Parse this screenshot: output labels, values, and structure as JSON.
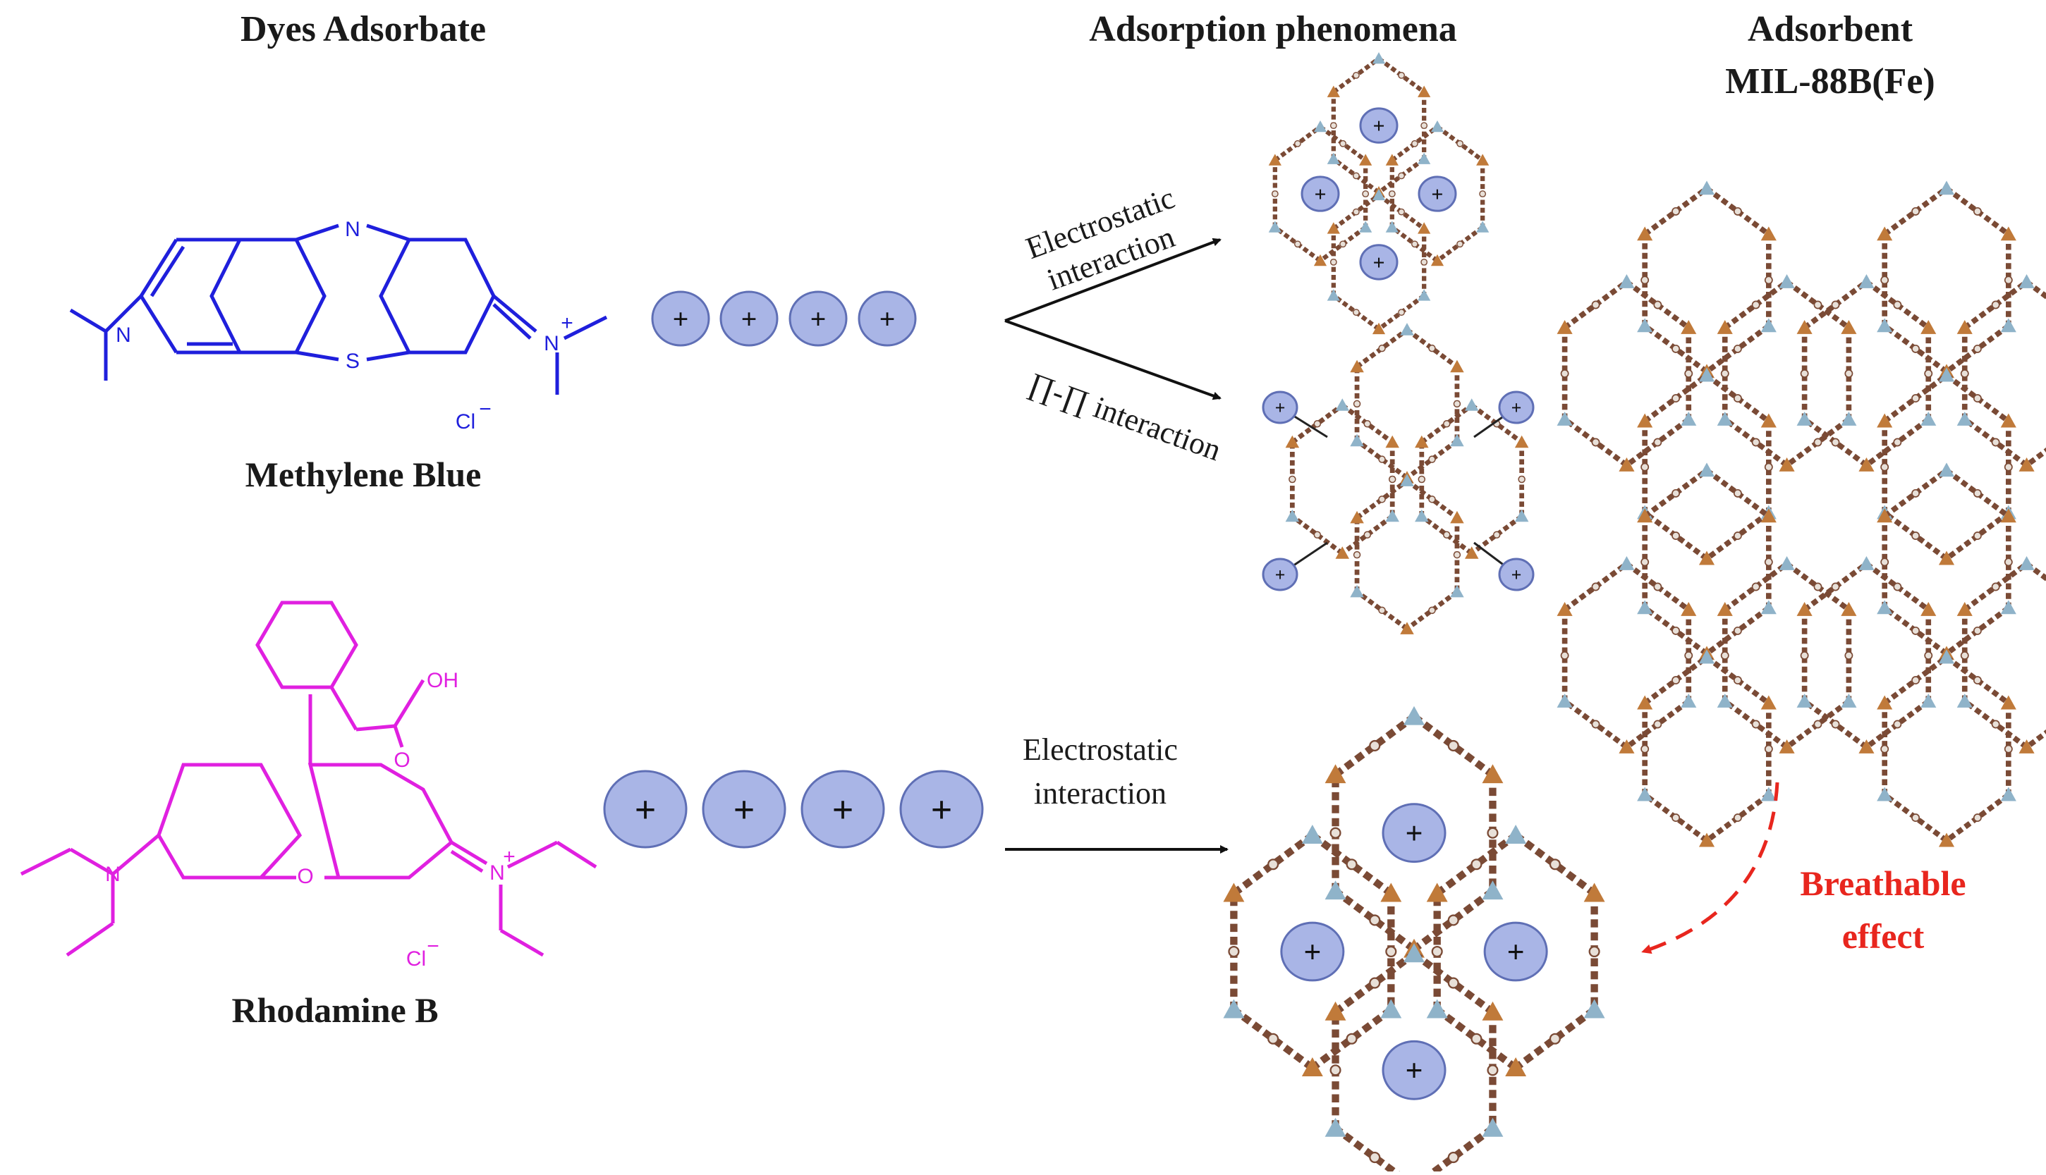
{
  "headers": {
    "adsorbate": "Dyes Adsorbate",
    "phenomena": "Adsorption phenomena",
    "adsorbent_line1": "Adsorbent",
    "adsorbent_line2": "MIL-88B(Fe)"
  },
  "molecules": {
    "mb": {
      "name": "Methylene Blue",
      "color": "#1f1fdc",
      "atoms": {
        "n_top": "N",
        "s": "S",
        "n_left": "N",
        "n_right": "N",
        "plus": "+",
        "counter_ion": "Cl",
        "minus": "−"
      }
    },
    "rb": {
      "name": "Rhodamine B",
      "color": "#e020e0",
      "atoms": {
        "o_ring": "O",
        "oh": "OH",
        "o_carbonyl": "O",
        "n_left": "N",
        "n_right": "N",
        "plus": "+",
        "counter_ion": "Cl",
        "minus": "−"
      }
    }
  },
  "charge_symbol": "+",
  "interactions": {
    "mb_electrostatic_line1": "Electrostatic",
    "mb_electrostatic_line2": "interaction",
    "mb_pipi": "∏-∏ interaction",
    "rb_electrostatic_line1": "Electrostatic",
    "rb_electrostatic_line2": "interaction"
  },
  "breathable": {
    "line1": "Breathable",
    "line2": "effect",
    "color": "#e8261e"
  },
  "colors": {
    "ion_fill": "#a9b5e6",
    "ion_stroke": "#5f6fb5",
    "linker": "#7a4a35",
    "node_blue": "#8fb3c9",
    "node_orange": "#c07a3a"
  }
}
